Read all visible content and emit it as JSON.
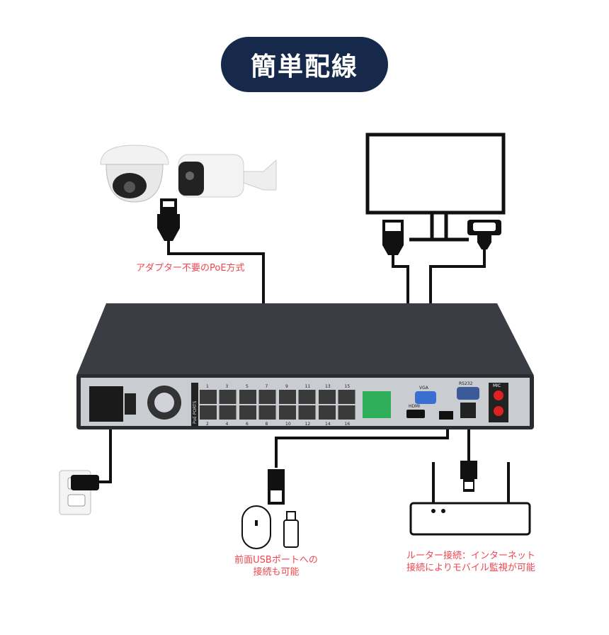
{
  "title": "簡単配線",
  "notes": {
    "poe": "アダプター不要のPoE方式",
    "usb": [
      "前面USBポートへの",
      "接続も可能"
    ],
    "router": [
      "ルーター接続：インターネット",
      "接続によりモバイル監視が可能"
    ]
  },
  "device": {
    "poe_label": "PoE PORTS",
    "ports_top": [
      "1",
      "3",
      "5",
      "7",
      "9",
      "11",
      "13",
      "15"
    ],
    "ports_bottom": [
      "2",
      "4",
      "6",
      "8",
      "10",
      "12",
      "14",
      "16"
    ],
    "vga": "VGA",
    "rs232": "RS232",
    "mic": "MIC",
    "hdmi": "HDMI"
  },
  "colors": {
    "title_bg": "#16294a",
    "note": "#f0454e",
    "cable": "#111111",
    "terminal": "#2fae5a",
    "vga": "#3a6fd0"
  }
}
